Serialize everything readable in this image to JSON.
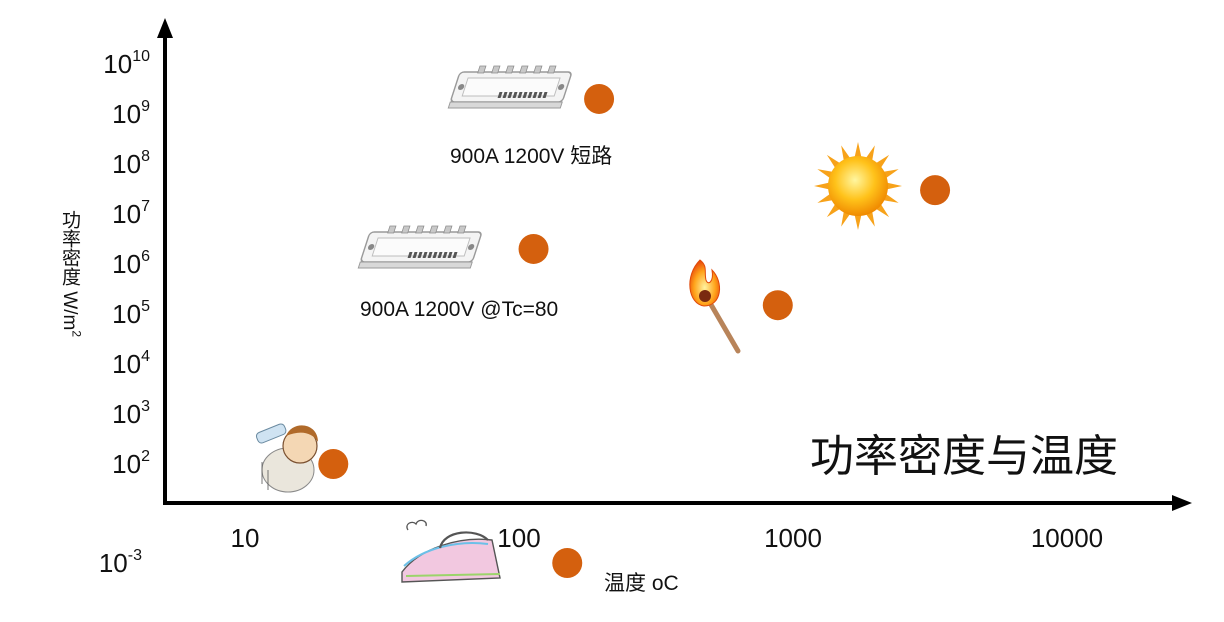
{
  "chart_data": {
    "type": "scatter",
    "title": "功率密度与温度",
    "xlabel": "温度 oC",
    "ylabel": {
      "text": "功率密度 W/m",
      "sup": "2"
    },
    "x_scale": "log",
    "y_scale": "log",
    "x_ticks": [
      "10",
      "100",
      "1000",
      "10000"
    ],
    "y_ticks": [
      {
        "base": "10",
        "exp": "10"
      },
      {
        "base": "10",
        "exp": "9"
      },
      {
        "base": "10",
        "exp": "8"
      },
      {
        "base": "10",
        "exp": "7"
      },
      {
        "base": "10",
        "exp": "6"
      },
      {
        "base": "10",
        "exp": "5"
      },
      {
        "base": "10",
        "exp": "4"
      },
      {
        "base": "10",
        "exp": "3"
      },
      {
        "base": "10",
        "exp": "2"
      }
    ],
    "y_outlier_tick": {
      "base": "10",
      "exp": "-3"
    },
    "points": [
      {
        "x": 21,
        "y": 100,
        "icon": "drinking-person-icon"
      },
      {
        "x": 150,
        "y": 0.001,
        "icon": "clothes-iron-icon"
      },
      {
        "x": 113,
        "y": 2000000,
        "icon": "igbt-module-icon",
        "label": "900A 1200V @Tc=80"
      },
      {
        "x": 196,
        "y": 2000000000,
        "icon": "igbt-module-icon",
        "label": "900A 1200V 短路"
      },
      {
        "x": 880,
        "y": 150000,
        "icon": "burning-match-icon"
      },
      {
        "x": 3300,
        "y": 30000000,
        "icon": "sun-icon"
      }
    ],
    "marker_color": "#d4600e",
    "grid": false
  }
}
